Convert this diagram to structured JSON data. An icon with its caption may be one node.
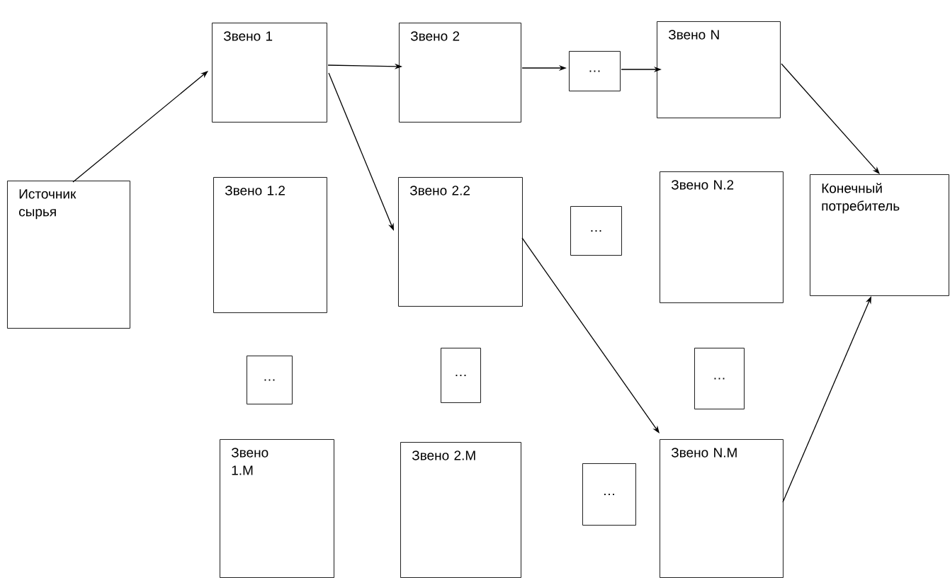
{
  "diagram": {
    "nodes": [
      {
        "text": [
          "Звено 1"
        ]
      },
      {
        "text": [
          "Звено 2"
        ]
      },
      {
        "text": [
          "…"
        ]
      },
      {
        "text": [
          "Звено N"
        ]
      },
      {
        "text": [
          "Источник сырья"
        ]
      },
      {
        "text": [
          "Звено 1.2"
        ]
      },
      {
        "text": [
          "Звено 2.2"
        ]
      },
      {
        "text": [
          "…"
        ]
      },
      {
        "text": [
          "Звено N.2"
        ]
      },
      {
        "text": [
          "Конечный потребитель"
        ]
      },
      {
        "text": [
          "…"
        ]
      },
      {
        "text": [
          "…"
        ]
      },
      {
        "text": [
          "…"
        ]
      },
      {
        "text": [
          "Звено 1.M"
        ]
      },
      {
        "text": [
          "Звено 2.M"
        ]
      },
      {
        "text": [
          "…"
        ]
      },
      {
        "text": [
          "Звено N.M"
        ]
      }
    ],
    "edges": [
      {
        "from": 4,
        "to": 0,
        "arrow": "to"
      },
      {
        "from": 0,
        "to": 1,
        "arrow": "to"
      },
      {
        "from": 0,
        "to": 6,
        "arrow": "to"
      },
      {
        "from": 1,
        "to": 2,
        "arrow": "to"
      },
      {
        "from": 2,
        "to": 3,
        "arrow": "to"
      },
      {
        "from": 3,
        "to": 9,
        "arrow": "to"
      },
      {
        "from": 6,
        "to": 16,
        "arrow": "to"
      },
      {
        "from": 16,
        "to": 9,
        "arrow": "to"
      }
    ]
  }
}
